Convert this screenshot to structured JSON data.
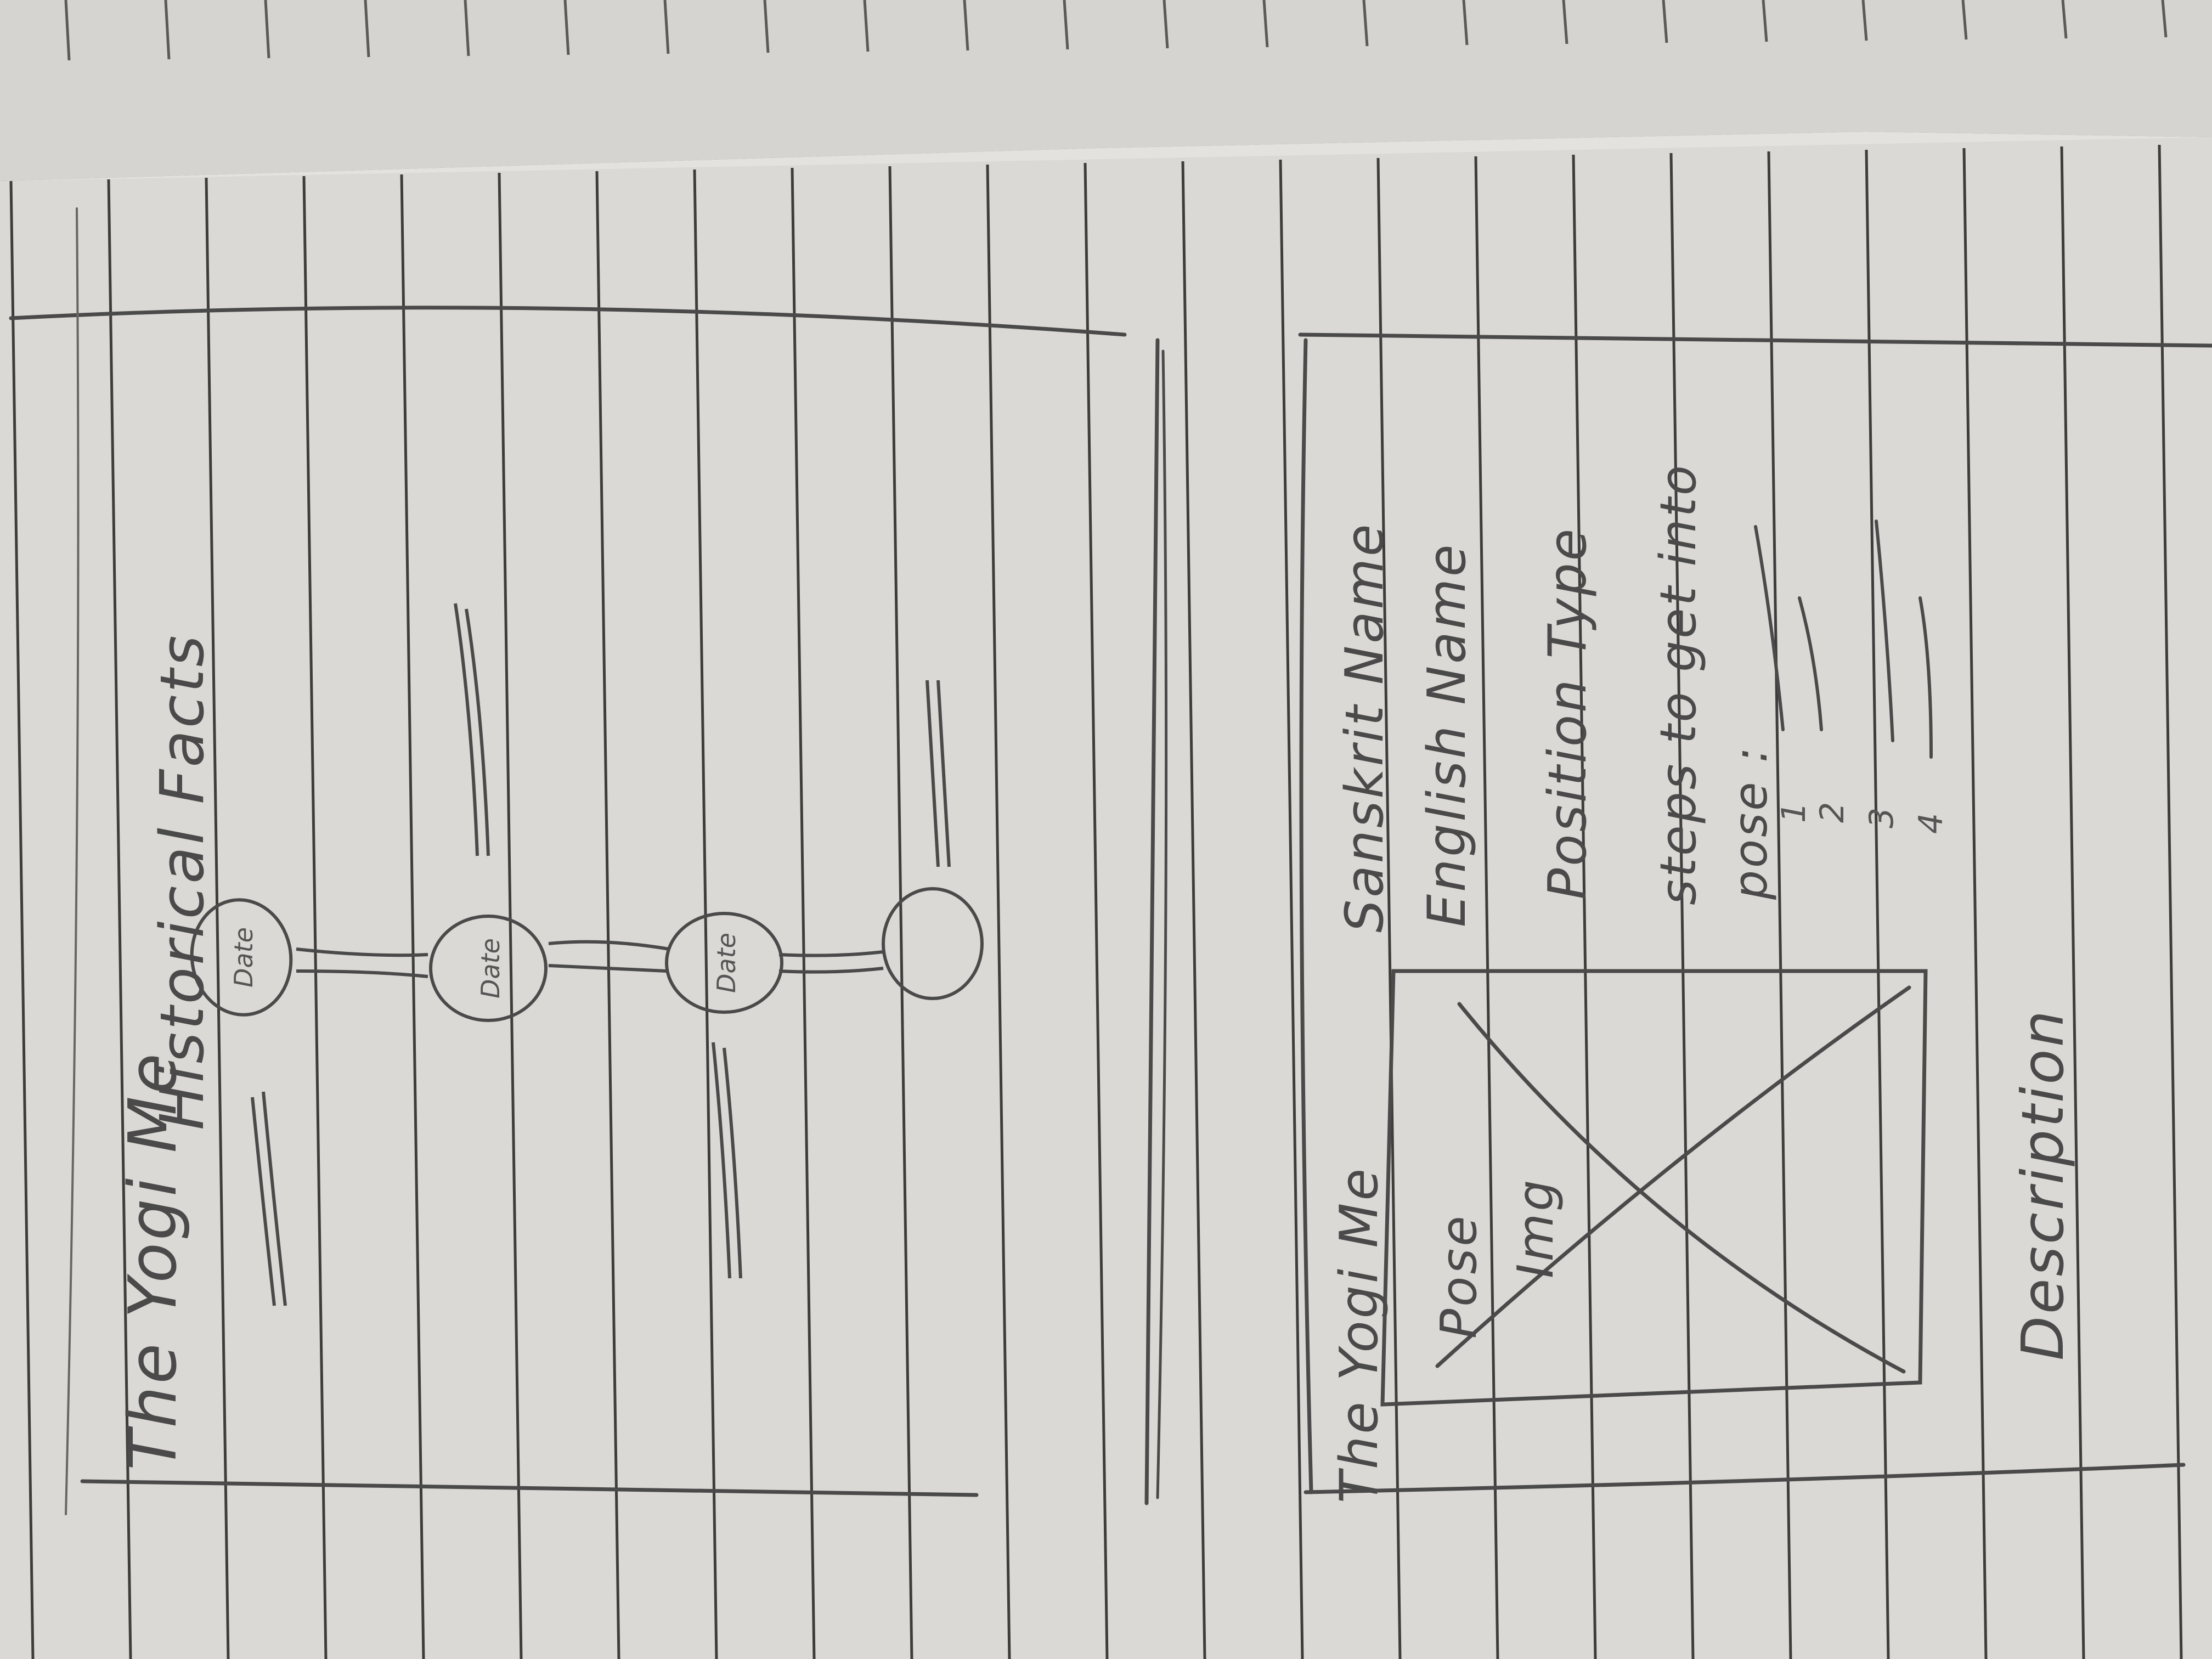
{
  "sketch_1": {
    "title": "The Yogi Me",
    "subtitle": "Historical Facts",
    "timeline_node_label": "Date"
  },
  "sketch_2": {
    "title": "The Yogi Me",
    "image_placeholder_line_1": "Pose",
    "image_placeholder_line_2": "Img",
    "field_sanskrit_name": "Sanskrit Name",
    "field_english_name": "English Name",
    "field_position_type": "Position Type",
    "field_steps_heading": "steps to get into",
    "field_steps_subheading": "pose :",
    "step_numbers": [
      "1",
      "2",
      "3",
      "4"
    ],
    "field_description": "Description"
  },
  "colors": {
    "paper": "#e9e7e3",
    "pencil": "#4a4a4a",
    "rule_line": "#3f3d3c",
    "shadow": "#8a8784"
  }
}
